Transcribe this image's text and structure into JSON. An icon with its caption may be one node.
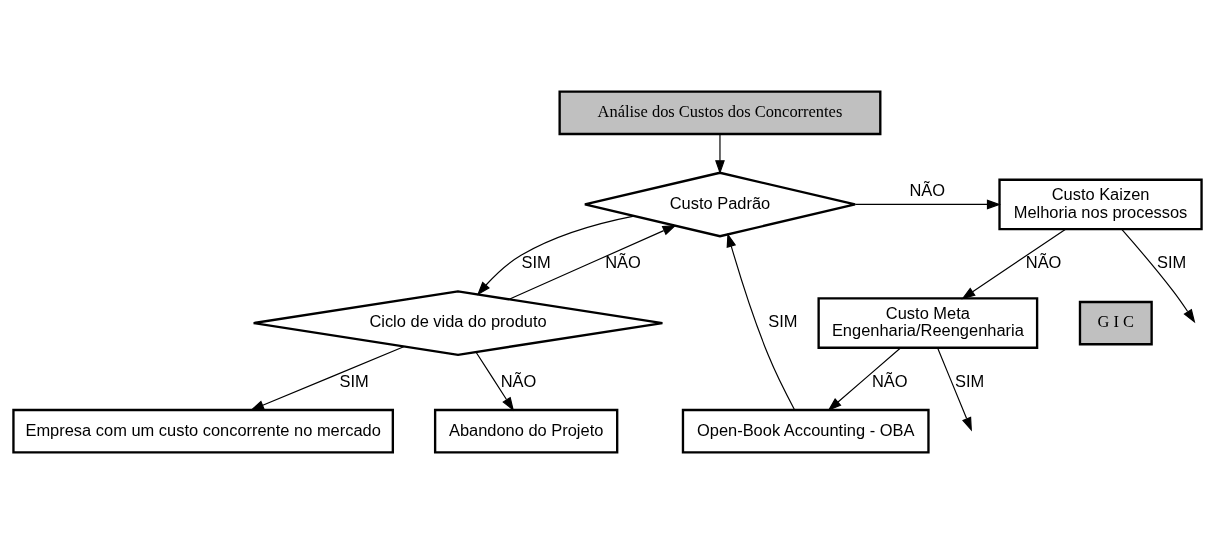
{
  "diagram": {
    "nodes": [
      {
        "text": [
          "Análise dos Custos dos Concorrentes"
        ]
      },
      {
        "text": [
          "Custo Padrão"
        ]
      },
      {
        "text": [
          "Custo Kaizen",
          "Melhoria nos processos"
        ]
      },
      {
        "text": [
          "Ciclo de vida do produto"
        ]
      },
      {
        "text": [
          "Custo Meta",
          "Engenharia/Reengenharia"
        ]
      },
      {
        "text": [
          "G I C"
        ]
      },
      {
        "text": [
          "Open-Book Accounting - OBA"
        ]
      },
      {
        "text": [
          "Empresa com um custo concorrente no mercado"
        ]
      },
      {
        "text": [
          "Abandono do Projeto"
        ]
      }
    ],
    "edges": [
      {
        "from": 0,
        "to": 1,
        "arrow": "to"
      },
      {
        "from": 1,
        "to": 2,
        "arrow": "to",
        "label": "NÃO"
      },
      {
        "from": 2,
        "to": null,
        "arrow": "to",
        "label": "SIM"
      },
      {
        "from": 1,
        "to": 3,
        "arrow": "to",
        "label": "SIM"
      },
      {
        "from": 2,
        "to": 4,
        "arrow": "to",
        "label": "NÃO"
      },
      {
        "from": 4,
        "to": null,
        "arrow": "to",
        "label": "SIM"
      },
      {
        "from": 4,
        "to": 6,
        "arrow": "to",
        "label": "NÃO"
      },
      {
        "from": 6,
        "to": 1,
        "arrow": "to",
        "label": "SIM"
      },
      {
        "from": 3,
        "to": 1,
        "arrow": "to",
        "label": "NÃO"
      },
      {
        "from": 3,
        "to": 7,
        "arrow": "to",
        "label": "SIM"
      },
      {
        "from": 3,
        "to": 8,
        "arrow": "to",
        "label": "NÃO"
      }
    ]
  }
}
